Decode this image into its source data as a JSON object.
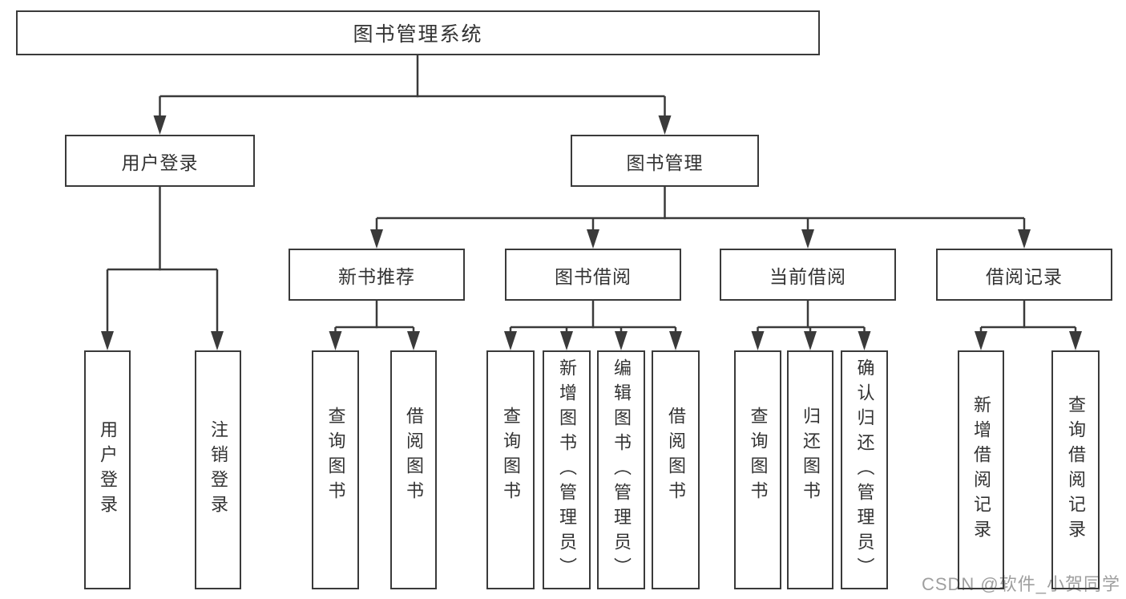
{
  "tree": {
    "root": {
      "label": "图书管理系统",
      "children": [
        {
          "label": "用户登录",
          "children": [
            {
              "label": "用户登录"
            },
            {
              "label": "注销登录"
            }
          ]
        },
        {
          "label": "图书管理",
          "children": [
            {
              "label": "新书推荐",
              "children": [
                {
                  "label": "查询图书"
                },
                {
                  "label": "借阅图书"
                }
              ]
            },
            {
              "label": "图书借阅",
              "children": [
                {
                  "label": "查询图书"
                },
                {
                  "label": "新增图书（管理员）"
                },
                {
                  "label": "编辑图书（管理员）"
                },
                {
                  "label": "借阅图书"
                }
              ]
            },
            {
              "label": "当前借阅",
              "children": [
                {
                  "label": "查询图书"
                },
                {
                  "label": "归还图书"
                },
                {
                  "label": "确认归还（管理员）"
                }
              ]
            },
            {
              "label": "借阅记录",
              "children": [
                {
                  "label": "新增借阅记录"
                },
                {
                  "label": "查询借阅记录"
                }
              ]
            }
          ]
        }
      ]
    }
  },
  "watermark": {
    "text": "CSDN @软件_小贺同学"
  },
  "colors": {
    "line": "#3a3a3a",
    "text": "#333333",
    "watermark": "#9f9f9f",
    "background": "#ffffff"
  }
}
